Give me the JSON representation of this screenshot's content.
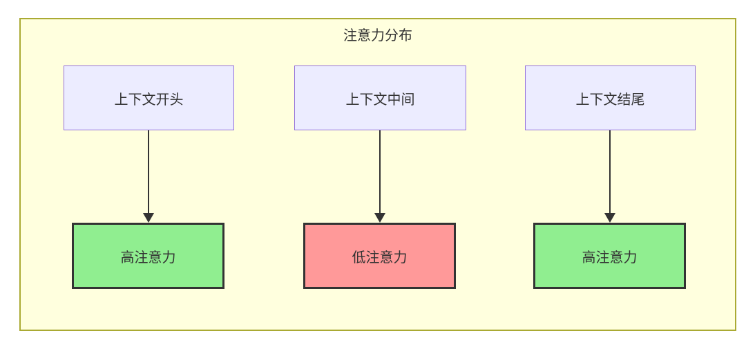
{
  "diagram": {
    "title": "注意力分布",
    "columns": [
      {
        "source": "上下文开头",
        "result": "高注意力",
        "level": "high"
      },
      {
        "source": "上下文中间",
        "result": "低注意力",
        "level": "low"
      },
      {
        "source": "上下文结尾",
        "result": "高注意力",
        "level": "high"
      }
    ],
    "colors": {
      "canvas_bg": "#ffffff",
      "container_bg": "#ffffde",
      "container_border": "#aaaa33",
      "node_bg": "#ececff",
      "node_border": "#9370db",
      "high_bg": "#90ee90",
      "low_bg": "#ff9999",
      "result_border": "#333333",
      "arrow": "#333333",
      "text": "#333333"
    }
  }
}
